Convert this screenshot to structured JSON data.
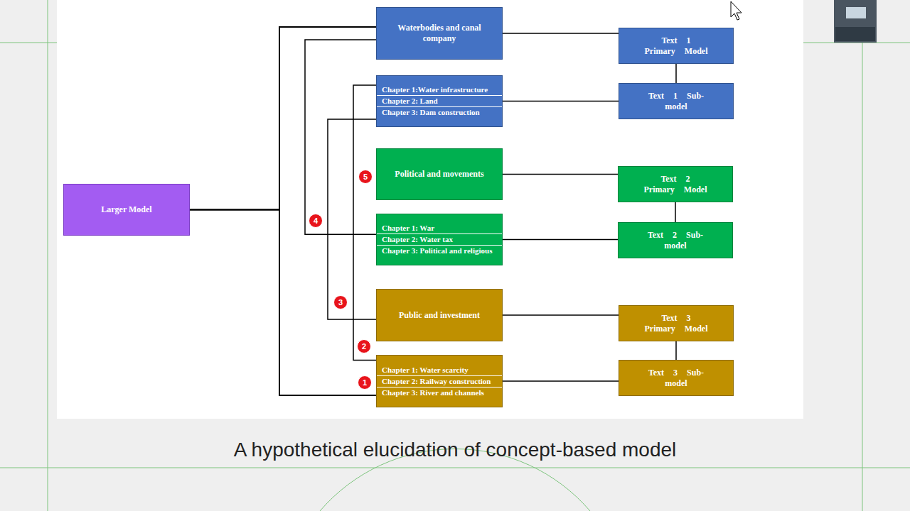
{
  "diagram": {
    "caption": "A hypothetical elucidation of concept-based model",
    "nodes": [
      {
        "text": [
          "Larger Model"
        ]
      },
      {
        "text": [
          "Waterbodies and canal company"
        ]
      },
      {
        "text": [
          "Chapter 1:Water infrastructure",
          "Chapter 2: Land",
          "Chapter 3: Dam construction"
        ]
      },
      {
        "text": [
          "Text 1 Primary Model"
        ]
      },
      {
        "text": [
          "Text 1 Sub-model"
        ]
      },
      {
        "text": [
          "Political and movements"
        ]
      },
      {
        "text": [
          "Chapter 1: War",
          "Chapter 2: Water tax",
          "Chapter 3: Political and religious"
        ]
      },
      {
        "text": [
          "Text 2 Primary Model"
        ]
      },
      {
        "text": [
          "Text 2 Sub-model"
        ]
      },
      {
        "text": [
          "Public and investment"
        ]
      },
      {
        "text": [
          "Chapter 1: Water scarcity",
          "Chapter 2: Railway construction",
          "Chapter 3: River and channels"
        ]
      },
      {
        "text": [
          "Text 3 Primary Model"
        ]
      },
      {
        "text": [
          "Text 3 Sub-model"
        ]
      }
    ],
    "edges": [
      {
        "from": 0,
        "to": 1,
        "arrow": "none"
      },
      {
        "from": 0,
        "to": 10,
        "arrow": "none"
      },
      {
        "from": 1,
        "to": 6,
        "arrow": "none"
      },
      {
        "from": 2,
        "to": 10,
        "arrow": "none"
      },
      {
        "from": 2,
        "to": 9,
        "arrow": "none"
      },
      {
        "from": 1,
        "to": 3,
        "arrow": "none"
      },
      {
        "from": 2,
        "to": 4,
        "arrow": "none"
      },
      {
        "from": 3,
        "to": 4,
        "arrow": "none"
      },
      {
        "from": 5,
        "to": 7,
        "arrow": "none"
      },
      {
        "from": 6,
        "to": 8,
        "arrow": "none"
      },
      {
        "from": 7,
        "to": 8,
        "arrow": "none"
      },
      {
        "from": 9,
        "to": 11,
        "arrow": "none"
      },
      {
        "from": 10,
        "to": 12,
        "arrow": "none"
      },
      {
        "from": 11,
        "to": 12,
        "arrow": "none"
      }
    ],
    "labels": [
      "5",
      "4",
      "3",
      "2",
      "1"
    ]
  }
}
